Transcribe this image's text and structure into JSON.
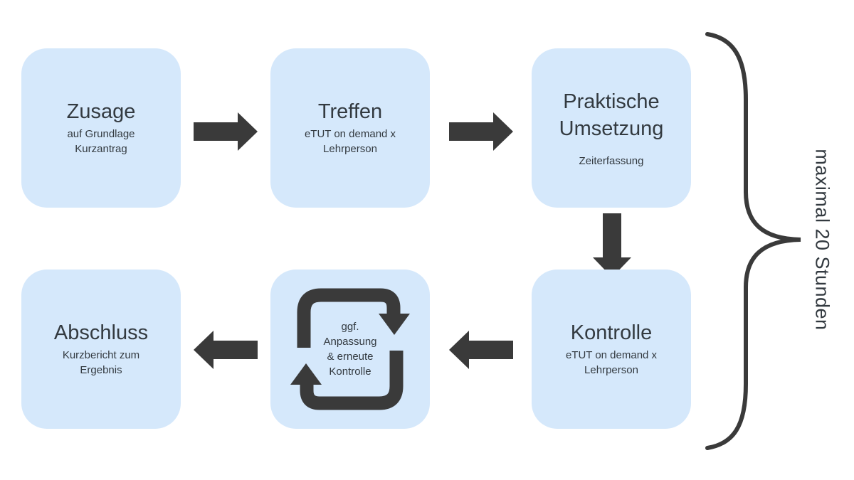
{
  "steps": {
    "zusage": {
      "title": "Zusage",
      "sub1": "auf Grundlage",
      "sub2": "Kurzantrag"
    },
    "treffen": {
      "title": "Treffen",
      "sub1": "eTUT on demand x",
      "sub2": "Lehrperson"
    },
    "praktisch": {
      "title1": "Praktische",
      "title2": "Umsetzung",
      "sub": "Zeiterfassung"
    },
    "kontrolle": {
      "title": "Kontrolle",
      "sub1": "eTUT on demand x",
      "sub2": "Lehrperson"
    },
    "anpassung": {
      "line1": "ggf.",
      "line2": "Anpassung",
      "line3": "& erneute",
      "line4": "Kontrolle"
    },
    "abschluss": {
      "title": "Abschluss",
      "sub1": "Kurzbericht zum",
      "sub2": "Ergebnis"
    }
  },
  "side_label": "maximal 20 Stunden",
  "colors": {
    "box": "#d5e8fb",
    "arrow": "#3a3a3a",
    "text": "#333a40",
    "background": "#ffffff"
  },
  "icons": [
    "arrow-right-icon",
    "arrow-down-icon",
    "arrow-left-icon",
    "cycle-arrows-icon",
    "curly-brace"
  ]
}
